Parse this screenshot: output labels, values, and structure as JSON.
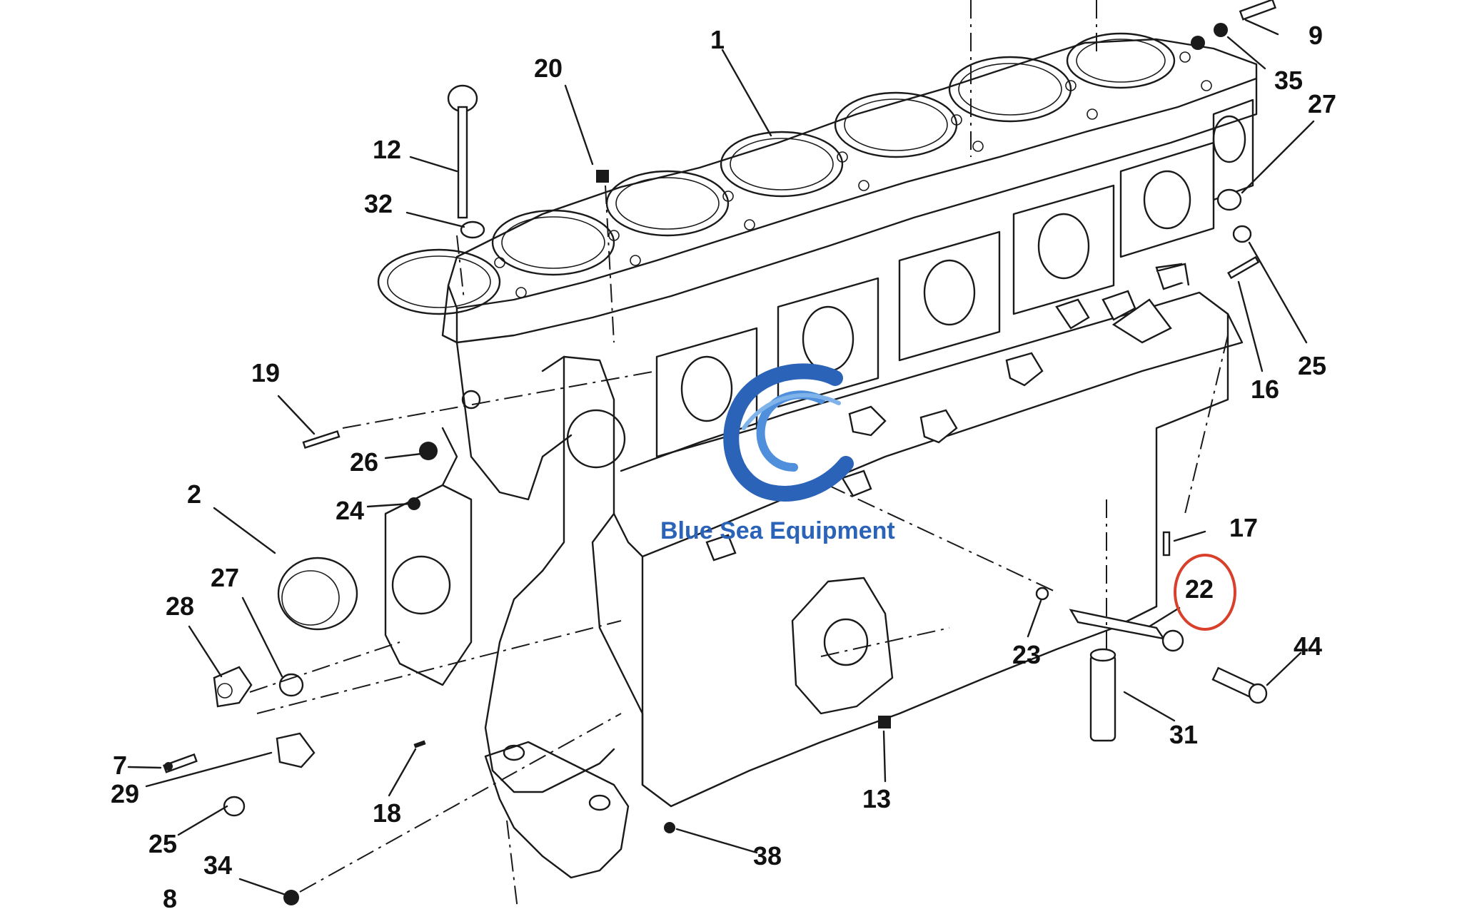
{
  "diagram": {
    "callouts": [
      "1",
      "2",
      "7",
      "8",
      "9",
      "12",
      "13",
      "16",
      "17",
      "18",
      "19",
      "20",
      "22",
      "23",
      "24",
      "25",
      "25",
      "26",
      "27",
      "27",
      "28",
      "29",
      "31",
      "32",
      "34",
      "35",
      "38",
      "44"
    ],
    "highlight": {
      "label": "22",
      "color": "#d9402b"
    },
    "colors": {
      "line": "#1a1a1a",
      "watermark": "#2a63b8",
      "highlight": "#d9402b"
    }
  },
  "watermark": {
    "text": "Blue Sea Equipment",
    "icon": "wave-c-logo-icon",
    "color": "#2a63b8"
  }
}
